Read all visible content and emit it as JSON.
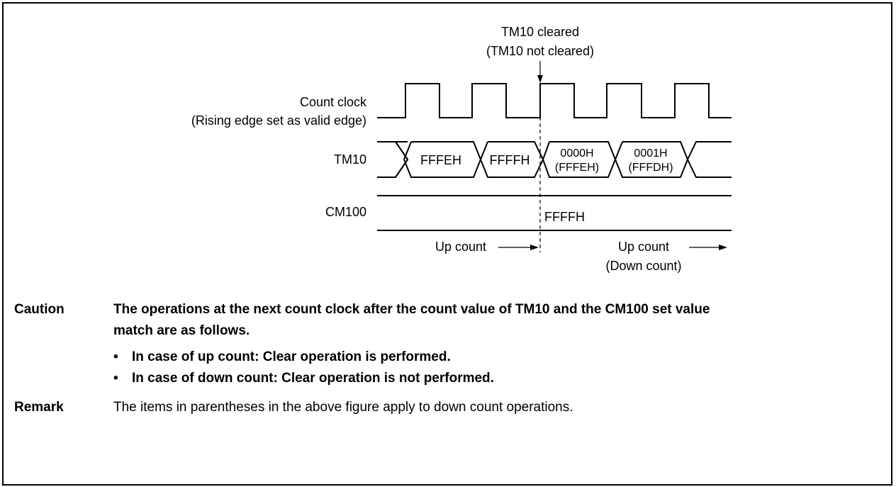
{
  "diagram": {
    "event_label": "TM10 cleared",
    "event_label_alt": "(TM10 not cleared)",
    "signals": {
      "count_clock": "Count clock",
      "count_clock_note": "(Rising edge set as valid edge)",
      "tm10": "TM10",
      "cm100": "CM100"
    },
    "tm10_values": [
      {
        "main": "FFFEH",
        "alt": ""
      },
      {
        "main": "FFFFH",
        "alt": ""
      },
      {
        "main": "0000H",
        "alt": "(FFFEH)"
      },
      {
        "main": "0001H",
        "alt": "(FFFDH)"
      }
    ],
    "cm100_value": "FFFFH",
    "direction_before": "Up count",
    "direction_after": "Up count",
    "direction_after_alt": "(Down count)"
  },
  "caution": {
    "label": "Caution",
    "text_line1": "The operations at the next count clock after the count value of TM10 and the CM100 set value",
    "text_line2": "match are as follows.",
    "bullets": [
      "In case of up count: Clear operation is performed.",
      "In case of down count: Clear operation is not performed."
    ]
  },
  "remark": {
    "label": "Remark",
    "text": "The items in parentheses in the above figure apply to down count operations."
  }
}
